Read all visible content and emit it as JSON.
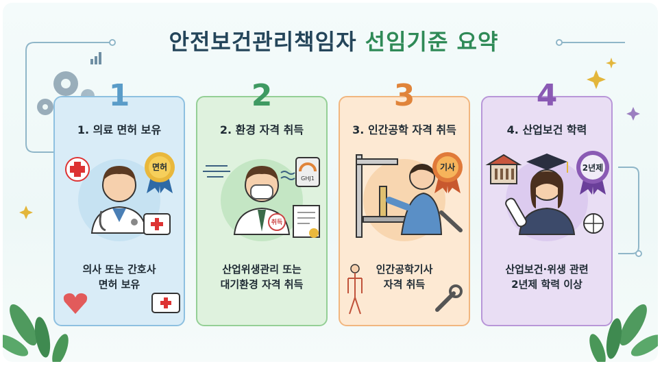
{
  "title": {
    "part1": "안전보건관리책임자",
    "part2": "선임기준 요약"
  },
  "cards": [
    {
      "number": "1",
      "heading": "1. 의료 면허 보유",
      "line1": "의사 또는 간호사",
      "line2": "면허 보유",
      "badge": "면허",
      "color": "#5a9cc8",
      "bg": "#d9ecf7",
      "border": "#8dc0e0",
      "icon": "doctor-icon"
    },
    {
      "number": "2",
      "heading": "2. 환경 자격 취득",
      "line1": "산업위생관리 또는",
      "line2": "대기환경 자격 취득",
      "badge": "취득",
      "meter": "GHJ1",
      "color": "#3f9a62",
      "bg": "#dff2de",
      "border": "#94cf95",
      "icon": "mask-worker-icon"
    },
    {
      "number": "3",
      "heading": "3. 인간공학 자격 취득",
      "line1": "인간공학기사",
      "line2": "자격 취득",
      "badge": "기사",
      "color": "#e0843a",
      "bg": "#fde9d3",
      "border": "#f1b67f",
      "icon": "engineer-icon"
    },
    {
      "number": "4",
      "heading": "4. 산업보건 학력",
      "line1": "산업보건·위생 관련",
      "line2": "2년제 학력 이상",
      "badge": "2년제",
      "color": "#8a5ab4",
      "bg": "#e9def4",
      "border": "#b896d8",
      "icon": "graduate-icon"
    }
  ]
}
